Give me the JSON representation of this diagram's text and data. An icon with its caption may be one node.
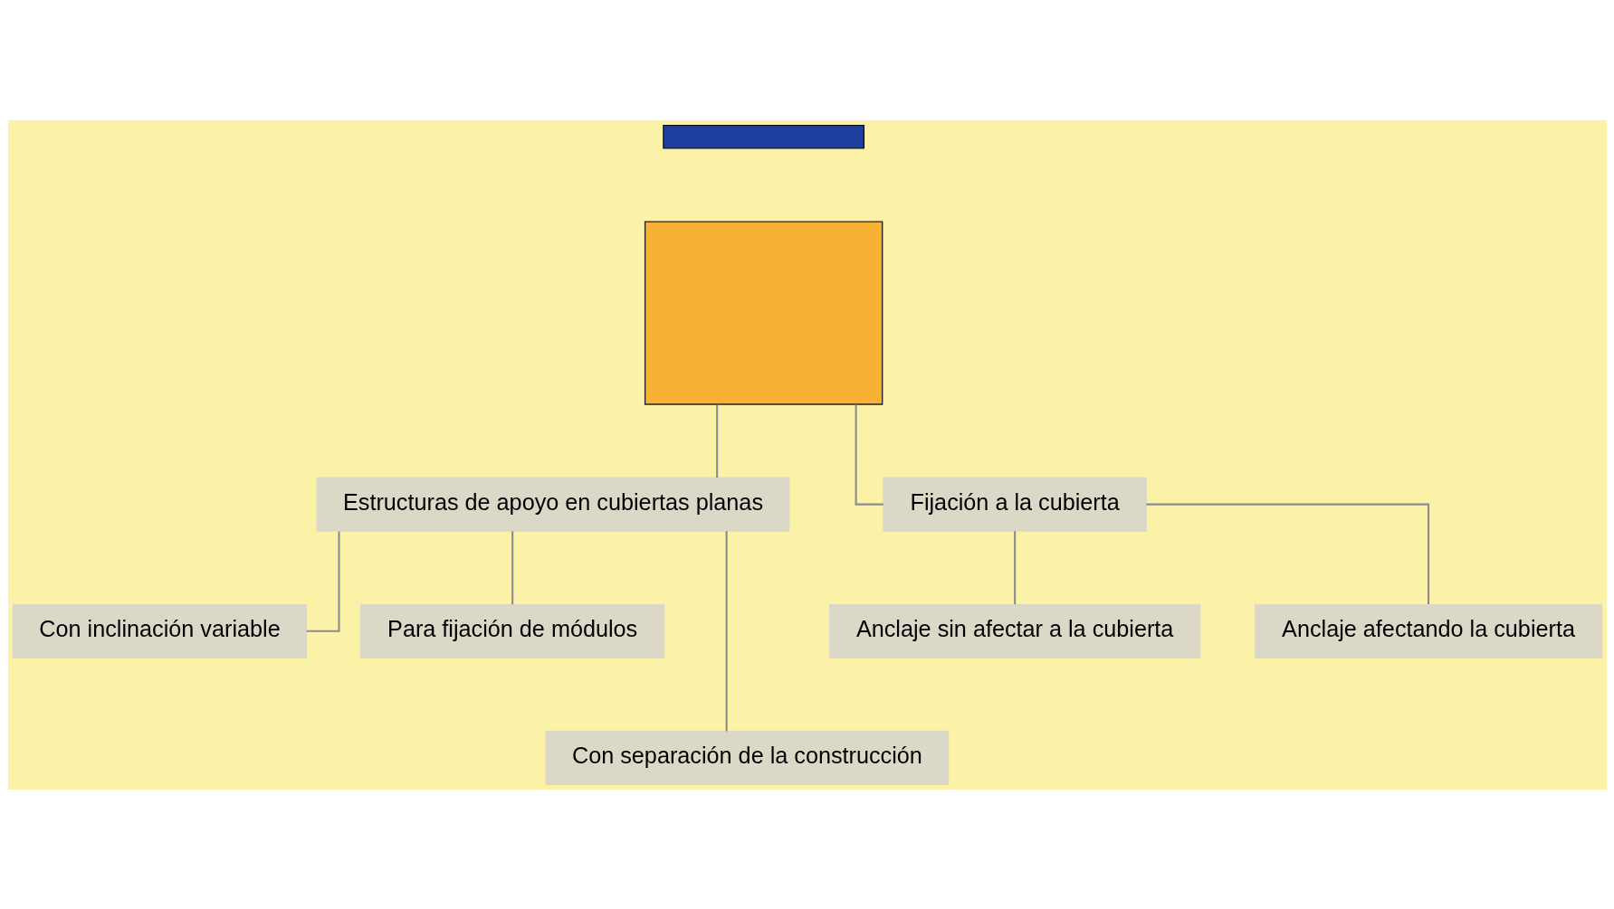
{
  "diagram": {
    "nodes": [
      {
        "text": [],
        "shape": "bar"
      },
      {
        "text": [],
        "shape": "box"
      },
      {
        "text": [
          "Estructuras de apoyo en cubiertas planas"
        ]
      },
      {
        "text": [
          "Fijación a la cubierta"
        ]
      },
      {
        "text": [
          "Con inclinación variable"
        ]
      },
      {
        "text": [
          "Para fijación de módulos"
        ]
      },
      {
        "text": [
          "Con separación de la construcción"
        ]
      },
      {
        "text": [
          "Anclaje sin afectar a la cubierta"
        ]
      },
      {
        "text": [
          "Anclaje afectando la cubierta"
        ]
      }
    ],
    "edges": [
      {
        "from": 1,
        "to": 2,
        "arrow": "none"
      },
      {
        "from": 1,
        "to": 3,
        "arrow": "none"
      },
      {
        "from": 2,
        "to": 4,
        "arrow": "none"
      },
      {
        "from": 2,
        "to": 5,
        "arrow": "none"
      },
      {
        "from": 2,
        "to": 6,
        "arrow": "none"
      },
      {
        "from": 3,
        "to": 7,
        "arrow": "none"
      },
      {
        "from": 3,
        "to": 8,
        "arrow": "none"
      }
    ]
  }
}
